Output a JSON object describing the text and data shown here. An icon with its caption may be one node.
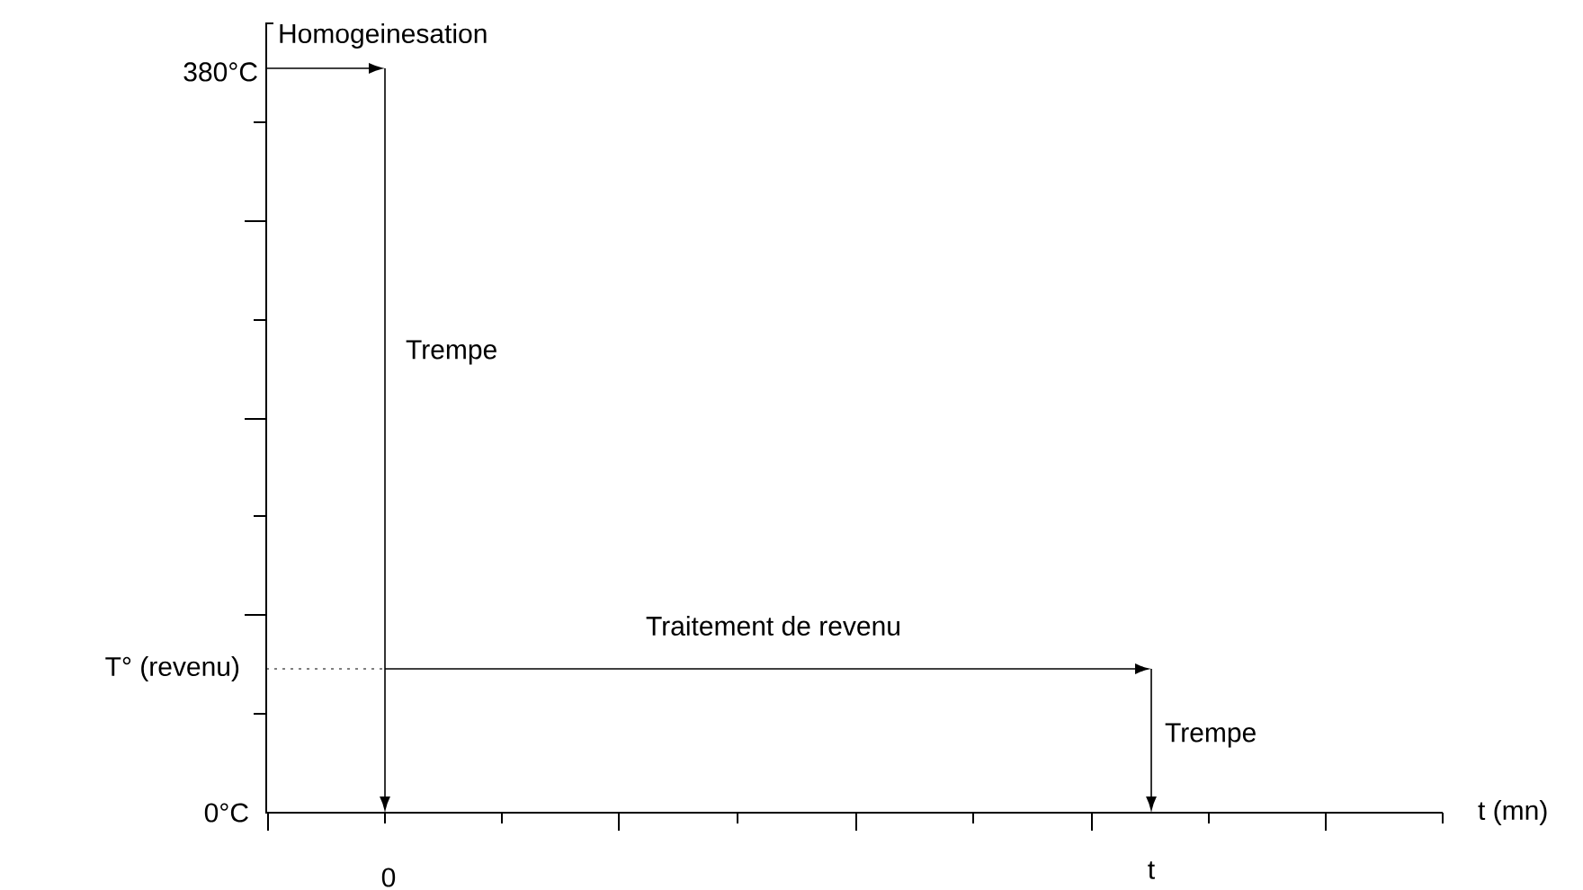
{
  "diagram": {
    "labels": [
      "Homogeinesation",
      "380°C",
      "Trempe",
      "Traitement de revenu",
      "T° (revenu)",
      "Trempe",
      "0°C",
      "t (mn)",
      "0",
      "t"
    ]
  }
}
